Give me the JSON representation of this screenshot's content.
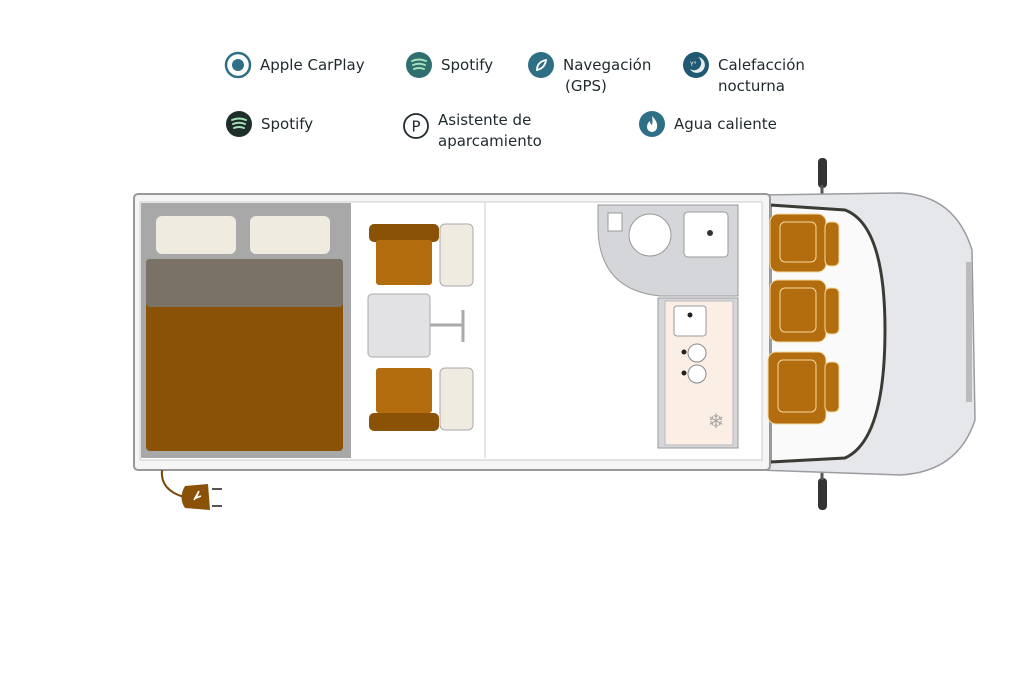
{
  "legend": [
    {
      "label": "Apple CarPlay",
      "icon": "carplay-icon"
    },
    {
      "label": "Spotify",
      "icon": "spotify-icon"
    },
    {
      "label_line1": "Navegación",
      "label_line2": "(GPS)",
      "icon": "navigation-icon"
    },
    {
      "label_line1": "Calefacción",
      "label_line2": "nocturna",
      "icon": "night-heating-icon"
    },
    {
      "label": "Spotify",
      "icon": "spotify-icon"
    },
    {
      "label_line1": "Asistente de",
      "label_line2": "aparcamiento",
      "icon": "parking-icon"
    },
    {
      "label": "Agua caliente",
      "icon": "hot-water-icon"
    }
  ],
  "colors": {
    "accent": "#2f6f86",
    "dark": "#1e3a3a",
    "wood": "#8a5206",
    "seat": "#b36d0f",
    "cushion": "#efebe1",
    "grey": "#c9c9c9"
  }
}
